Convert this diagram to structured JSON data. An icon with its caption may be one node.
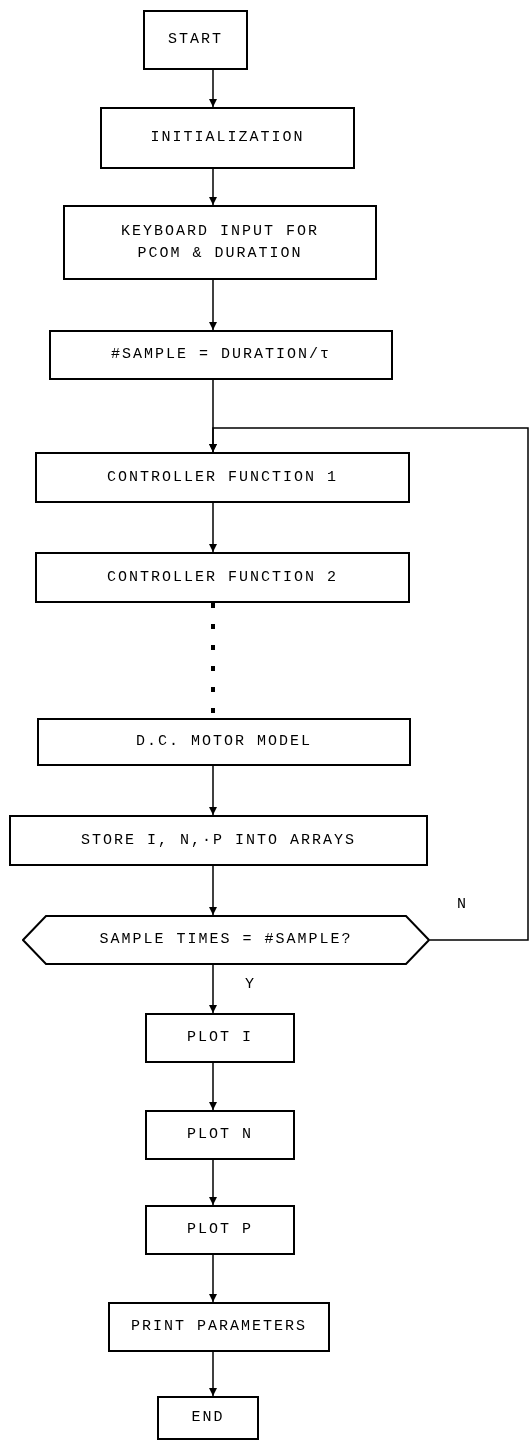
{
  "diagram": {
    "nodes": [
      {
        "text": [
          "START"
        ]
      },
      {
        "text": [
          "INITIALIZATION"
        ]
      },
      {
        "text": [
          "KEYBOARD INPUT FOR PCOM & DURATION"
        ]
      },
      {
        "text": [
          "#SAMPLE = DURATION/τ"
        ]
      },
      {
        "text": [
          "CONTROLLER FUNCTION 1"
        ]
      },
      {
        "text": [
          "CONTROLLER FUNCTION 2"
        ]
      },
      {
        "text": [
          "D.C. MOTOR MODEL"
        ]
      },
      {
        "text": [
          "STORE I, N,·P INTO ARRAYS"
        ]
      },
      {
        "text": [
          "SAMPLE TIMES = #SAMPLE?"
        ]
      },
      {
        "text": [
          "PLOT I"
        ]
      },
      {
        "text": [
          "PLOT N"
        ]
      },
      {
        "text": [
          "PLOT P"
        ]
      },
      {
        "text": [
          "PRINT PARAMETERS"
        ]
      },
      {
        "text": [
          "END"
        ]
      }
    ],
    "edges": [
      {
        "from": 0,
        "to": 1,
        "arrow": "to"
      },
      {
        "from": 1,
        "to": 2,
        "arrow": "to"
      },
      {
        "from": 2,
        "to": 3,
        "arrow": "to"
      },
      {
        "from": 3,
        "to": 4,
        "arrow": "to"
      },
      {
        "from": 4,
        "to": 5,
        "arrow": "to"
      },
      {
        "from": 5,
        "to": 6,
        "arrow": "none",
        "style": "dashed"
      },
      {
        "from": 6,
        "to": 7,
        "arrow": "to"
      },
      {
        "from": 7,
        "to": 8,
        "arrow": "to"
      },
      {
        "from": 8,
        "to": 9,
        "arrow": "to",
        "label": "Y"
      },
      {
        "from": 8,
        "to": 4,
        "arrow": "to",
        "label": "N"
      },
      {
        "from": 9,
        "to": 10,
        "arrow": "to"
      },
      {
        "from": 10,
        "to": 11,
        "arrow": "to"
      },
      {
        "from": 11,
        "to": 12,
        "arrow": "to"
      },
      {
        "from": 12,
        "to": 13,
        "arrow": "to"
      }
    ]
  }
}
